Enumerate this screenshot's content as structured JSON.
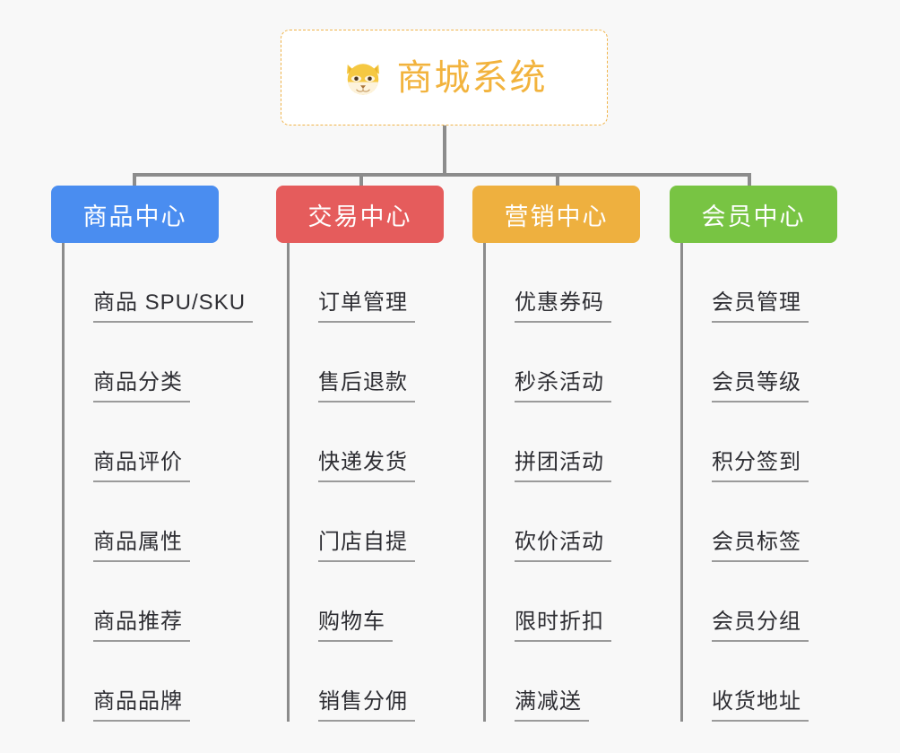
{
  "page": {
    "background_color": "#f8f8f8",
    "type": "mindmap-org-chart"
  },
  "root": {
    "title": "商城系统",
    "icon": "shiba-dog-face-emoji",
    "border_color": "#f0b44a",
    "text_color": "#f2b33d",
    "background_color": "#ffffff"
  },
  "connector": {
    "color": "#8c8c8c"
  },
  "branches": [
    {
      "label": "商品中心",
      "color": "#4a8df0",
      "items": [
        "商品 SPU/SKU",
        "商品分类",
        "商品评价",
        "商品属性",
        "商品推荐",
        "商品品牌"
      ]
    },
    {
      "label": "交易中心",
      "color": "#e55c5c",
      "items": [
        "订单管理",
        "售后退款",
        "快递发货",
        "门店自提",
        "购物车",
        "销售分佣"
      ]
    },
    {
      "label": "营销中心",
      "color": "#eeb03f",
      "items": [
        "优惠券码",
        "秒杀活动",
        "拼团活动",
        "砍价活动",
        "限时折扣",
        "满减送"
      ]
    },
    {
      "label": "会员中心",
      "color": "#78c443",
      "items": [
        "会员管理",
        "会员等级",
        "积分签到",
        "会员标签",
        "会员分组",
        "收货地址"
      ]
    }
  ],
  "layout": {
    "branch_left": [
      57,
      308,
      527,
      747
    ],
    "branch_width": [
      187,
      187,
      187,
      187
    ],
    "drop_left": [
      148,
      401,
      620,
      834
    ]
  }
}
